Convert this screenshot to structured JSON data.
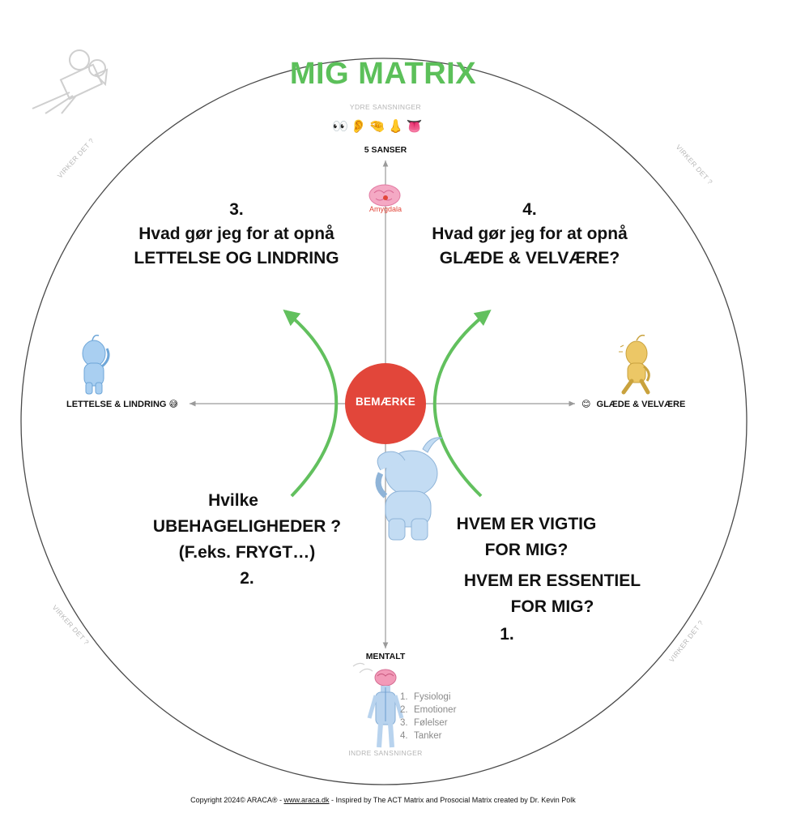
{
  "title": "MIG MATRIX",
  "top": {
    "outer_senses": "YDRE SANSNINGER",
    "senses_label": "5 SANSER",
    "amygdala": "Amygdala",
    "sense_icons": [
      "eyes-icon",
      "ear-icon",
      "hand-icon",
      "nose-icon",
      "tongue-icon"
    ]
  },
  "center": {
    "label": "BEMÆRKE"
  },
  "left_axis": {
    "label": "LETTELSE & LINDRING",
    "emoji": "😅"
  },
  "right_axis": {
    "label": "GLÆDE & VELVÆRE",
    "emoji": "😊"
  },
  "bottom": {
    "mental_label": "MENTALT",
    "inner_senses": "INDRE SANSNINGER",
    "list": [
      {
        "num": "1.",
        "text": "Fysiologi"
      },
      {
        "num": "2.",
        "text": "Emotioner"
      },
      {
        "num": "3.",
        "text": "Følelser"
      },
      {
        "num": "4.",
        "text": "Tanker"
      }
    ]
  },
  "quadrants": {
    "q3": {
      "num": "3.",
      "line1": "Hvad gør jeg for at opnå",
      "line2": "LETTELSE OG LINDRING"
    },
    "q4": {
      "num": "4.",
      "line1": "Hvad gør jeg for at opnå",
      "line2": "GLÆDE & VELVÆRE?"
    },
    "q2": {
      "line1": "Hvilke",
      "line2": "UBEHAGELIGHEDER ?",
      "line3": "(F.eks. FRYGT…)",
      "num": "2."
    },
    "q1": {
      "line1": "HVEM ER VIGTIG",
      "line2": "FOR MIG?",
      "line3": "HVEM ER ESSENTIEL",
      "line4": "FOR MIG?",
      "num": "1."
    }
  },
  "ring_text": "VIRKER DET ?",
  "footer": {
    "prefix": "Copyright 2024© ARACA® - ",
    "link": "www.araca.dk",
    "suffix": " - Inspired by The ACT Matrix and Prosocial Matrix created by Dr. Kevin Polk"
  },
  "colors": {
    "title_green": "#5cc05a",
    "arrow_green": "#62c05e",
    "center_red": "#e2463a",
    "figure_blue": "#c3dcf3",
    "figure_yellow": "#ecc766"
  }
}
